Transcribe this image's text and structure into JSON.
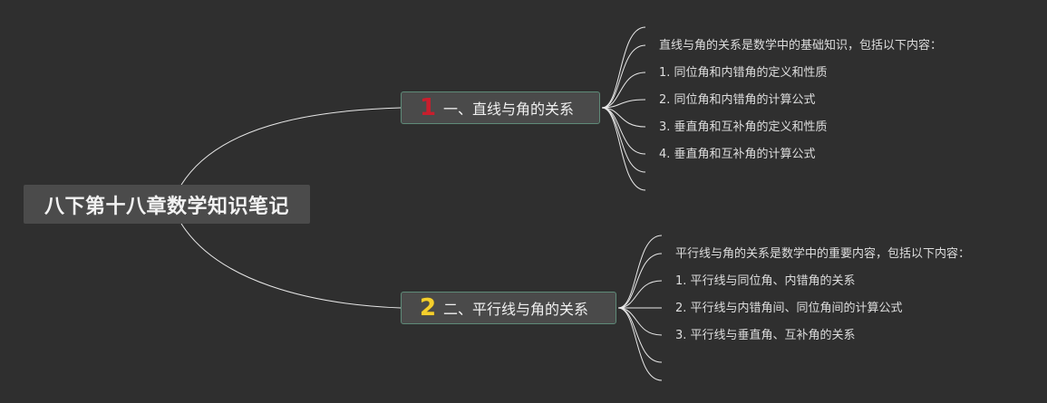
{
  "root": {
    "label": "八下第十八章数学知识笔记"
  },
  "topics": [
    {
      "number": "1",
      "label": "一、直线与角的关系",
      "color": "#c81e2d",
      "children": [
        "直线与角的关系是数学中的基础知识，包括以下内容：",
        "1. 同位角和内错角的定义和性质",
        "2. 同位角和内错角的计算公式",
        "3. 垂直角和互补角的定义和性质",
        "4. 垂直角和互补角的计算公式"
      ]
    },
    {
      "number": "2",
      "label": "二、平行线与角的关系",
      "color": "#f5cf2c",
      "children": [
        "平行线与角的关系是数学中的重要内容，包括以下内容：",
        "1. 平行线与同位角、内错角的关系",
        "2. 平行线与内错角间、同位角间的计算公式",
        "3. 平行线与垂直角、互补角的关系"
      ]
    }
  ],
  "colors": {
    "background": "#2f2f2f",
    "connector": "#e8e8e8",
    "topic_border": "#5e8a78"
  }
}
